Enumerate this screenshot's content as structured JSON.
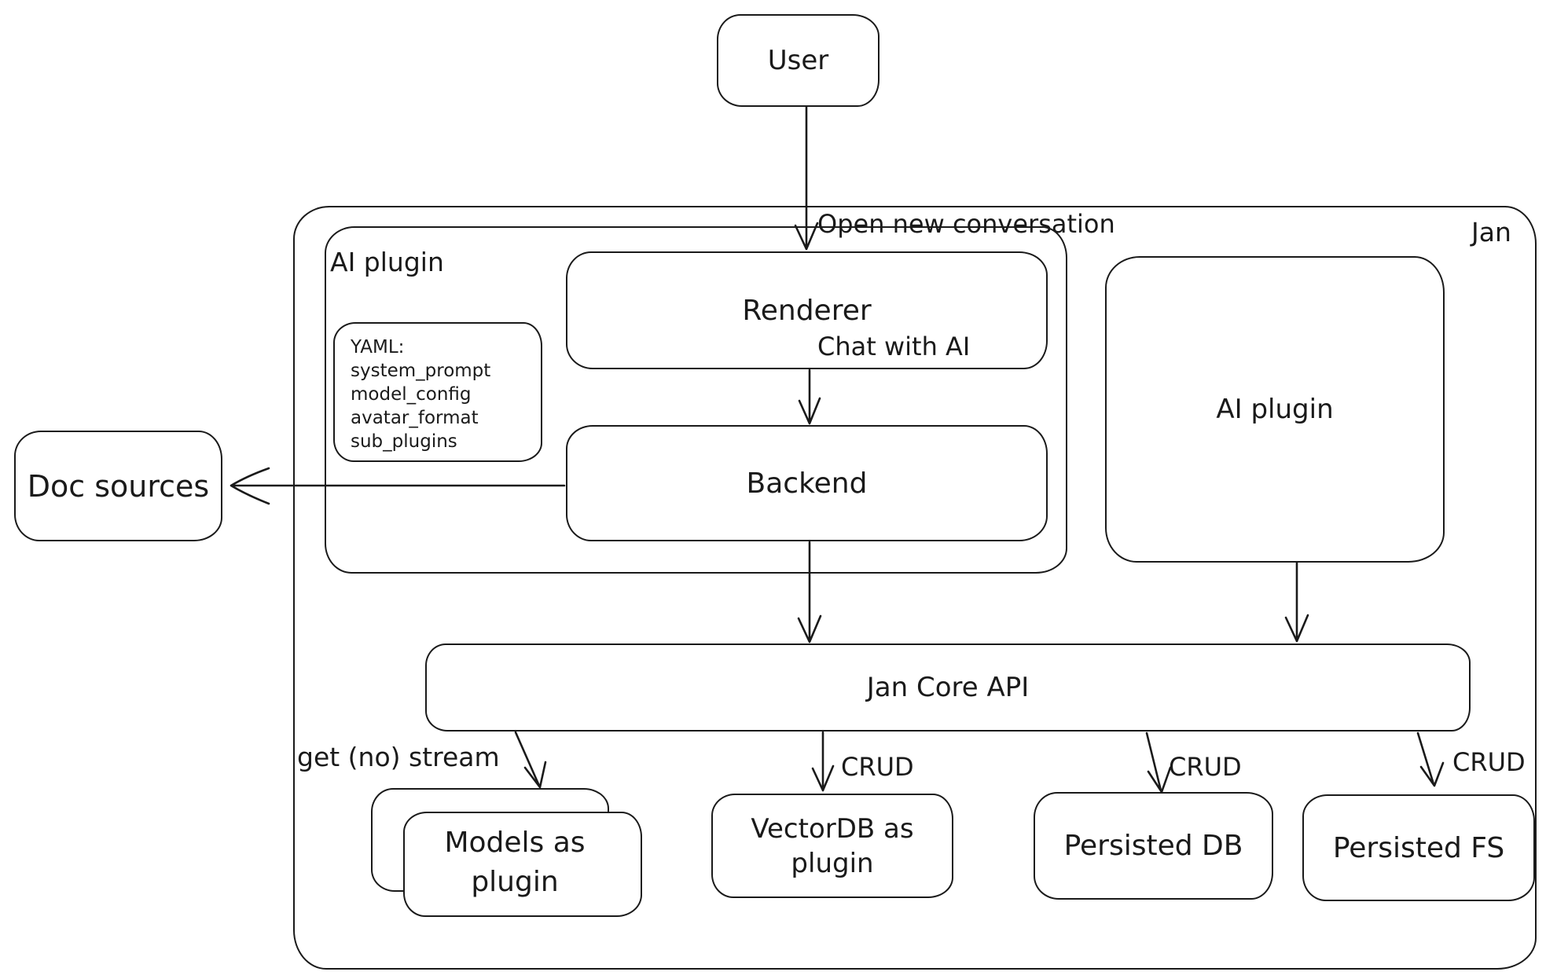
{
  "colors": {
    "stroke": "#1a1a1a",
    "background": "#ffffff"
  },
  "nodes": {
    "user": {
      "label": "User"
    },
    "jan_container": {
      "label": "Jan"
    },
    "ai_plugin_container": {
      "label": "AI plugin"
    },
    "renderer": {
      "label": "Renderer"
    },
    "backend": {
      "label": "Backend"
    },
    "yaml_note": {
      "lines": [
        "YAML:",
        "system_prompt",
        "model_config",
        "avatar_format",
        "sub_plugins"
      ]
    },
    "doc_sources": {
      "label": "Doc sources"
    },
    "ai_plugin_right": {
      "label": "AI plugin"
    },
    "jan_core_api": {
      "label": "Jan Core API"
    },
    "models_as_plugin": {
      "label": "Models as plugin"
    },
    "vectordb_as_plugin": {
      "label": "VectorDB as plugin"
    },
    "persisted_db": {
      "label": "Persisted DB"
    },
    "persisted_fs": {
      "label": "Persisted FS"
    }
  },
  "edges": {
    "user_to_renderer": {
      "lines": [
        "Open new conversation",
        "Chat with AI"
      ]
    },
    "api_to_models": {
      "label": "get (no) stream"
    },
    "api_to_vectordb": {
      "label": "CRUD"
    },
    "api_to_persisted_db": {
      "label": "CRUD"
    },
    "api_to_persisted_fs": {
      "label": "CRUD"
    }
  }
}
